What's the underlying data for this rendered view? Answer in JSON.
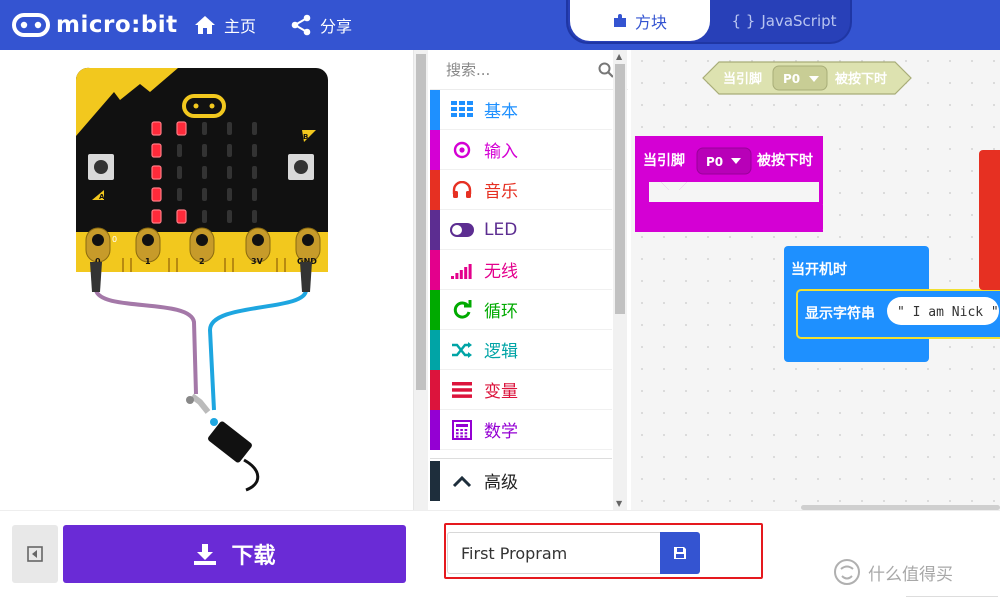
{
  "header": {
    "logo_text": "micro:bit",
    "home_label": "主页",
    "share_label": "分享",
    "tab_blocks": "方块",
    "tab_js": "JavaScript"
  },
  "simulator": {
    "pins": [
      "0",
      "1",
      "2",
      "3V",
      "GND"
    ],
    "pin0_value": "0",
    "button_a": "A",
    "button_b": "B",
    "leds_on": [
      [
        0,
        0
      ],
      [
        1,
        0
      ],
      [
        0,
        1
      ],
      [
        0,
        2
      ],
      [
        0,
        3
      ],
      [
        0,
        4
      ],
      [
        1,
        4
      ]
    ]
  },
  "toolbox": {
    "search_placeholder": "搜索...",
    "categories": [
      {
        "label": "基本",
        "color": "#1e90ff",
        "icon": "grid-icon"
      },
      {
        "label": "输入",
        "color": "#d400d4",
        "icon": "target-icon"
      },
      {
        "label": "音乐",
        "color": "#e63022",
        "icon": "headphones-icon"
      },
      {
        "label": "LED",
        "color": "#5c2d91",
        "icon": "toggle-icon"
      },
      {
        "label": "无线",
        "color": "#e3008c",
        "icon": "signal-bars-icon"
      },
      {
        "label": "循环",
        "color": "#00aa00",
        "icon": "refresh-icon"
      },
      {
        "label": "逻辑",
        "color": "#00a4a6",
        "icon": "shuffle-icon"
      },
      {
        "label": "变量",
        "color": "#dc143c",
        "icon": "list-icon"
      },
      {
        "label": "数学",
        "color": "#9400d3",
        "icon": "calculator-icon"
      }
    ],
    "advanced_label": "高级",
    "advanced_color": "#1e2e3c"
  },
  "workspace": {
    "pin_pressed": "当引脚",
    "pin_value": "P0",
    "is_pressed": "被按下时",
    "on_start": "当开机时",
    "show_string": "显示字符串",
    "string_value": "\" I am Nick \""
  },
  "bottom": {
    "download_label": "下载",
    "project_name": "First Propram",
    "watermark": "什么值得买"
  }
}
